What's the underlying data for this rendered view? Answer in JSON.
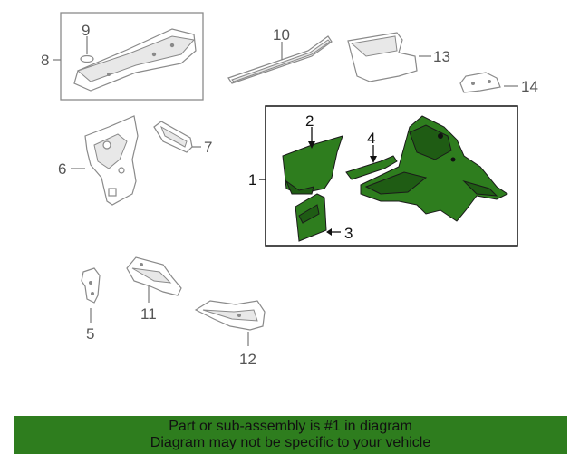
{
  "callouts": {
    "c1": "1",
    "c2": "2",
    "c3": "3",
    "c4": "4",
    "c5": "5",
    "c6": "6",
    "c7": "7",
    "c8": "8",
    "c9": "9",
    "c10": "10",
    "c11": "11",
    "c12": "12",
    "c13": "13",
    "c14": "14"
  },
  "banner": {
    "line1": "Part or sub-assembly is #1 in diagram",
    "line2": "Diagram may not be specific to your vehicle"
  },
  "colors": {
    "highlight": "#2e7d1e",
    "outline": "#8a8a8a"
  }
}
